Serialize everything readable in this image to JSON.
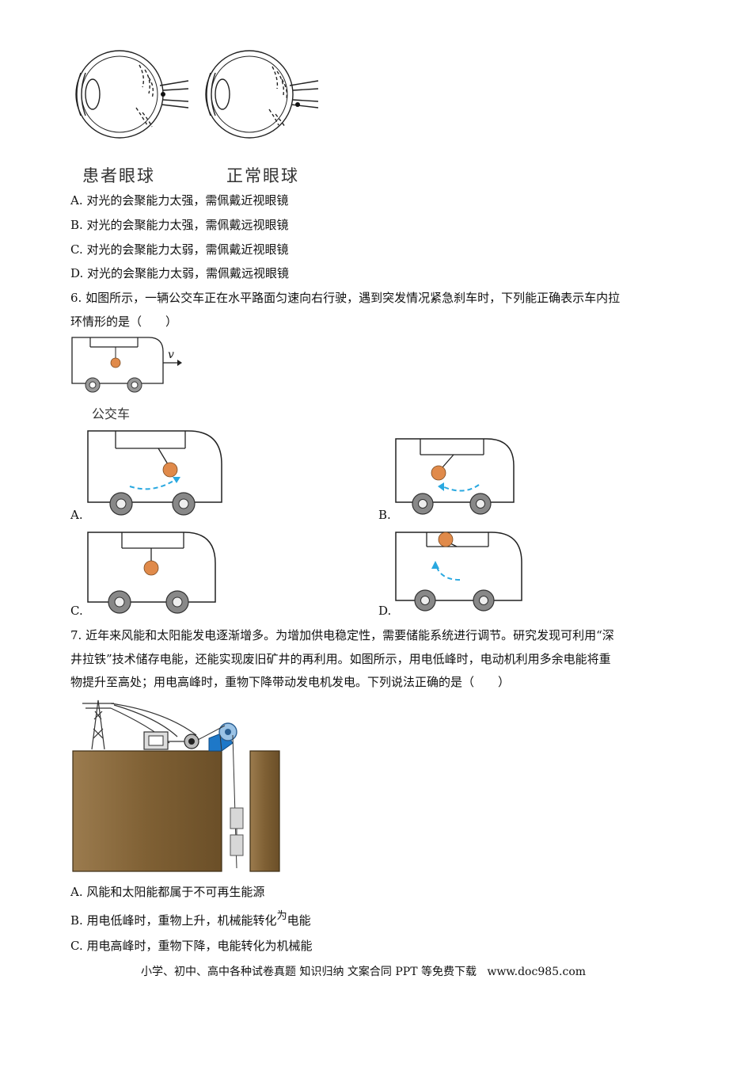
{
  "q5": {
    "caption_patient": "患者眼球",
    "caption_normal": "正常眼球",
    "options": [
      "A. 对光的会聚能力太强，需佩戴近视眼镜",
      "B. 对光的会聚能力太强，需佩戴远视眼镜",
      "C. 对光的会聚能力太弱，需佩戴近视眼镜",
      "D. 对光的会聚能力太弱，需佩戴远视眼镜"
    ]
  },
  "q6": {
    "stem_line1": "6. 如图所示，一辆公交车正在水平路面匀速向右行驶，遇到突发情况紧急刹车时，下列能正确表示车内拉",
    "stem_line2": "环情形的是（　　）",
    "bus_caption": "公交车",
    "velocity_label": "v",
    "option_labels": [
      "A.",
      "B.",
      "C.",
      "D."
    ]
  },
  "q7": {
    "stem_line1": "7. 近年来风能和太阳能发电逐渐增多。为增加供电稳定性，需要储能系统进行调节。研究发现可利用“深",
    "stem_line2": "井拉铁”技术储存电能，还能实现废旧矿井的再利用。如图所示，用电低峰时，电动机利用多余电能将重",
    "stem_line3": "物提升至高处；用电高峰时，重物下降带动发电机发电。下列说法正确的是（　　）",
    "option_a": "A. 风能和太阳能都属于不可再生能源",
    "option_b_pre": "B. 用电低峰时，重物上升，机械能转化",
    "option_b_wei": "为",
    "option_b_post": "电能",
    "option_c": "C. 用电高峰时，重物下降，电能转化为机械能"
  },
  "footer": {
    "text": "小学、初中、高中各种试卷真题 知识归纳 文案合同 PPT 等免费下载",
    "url": "www.doc985.com"
  },
  "colors": {
    "ball": "#e08a4a",
    "arrow": "#29a8e0",
    "earth": "#8a6a3e",
    "machine_blue": "#1e78c8",
    "text": "#111111"
  }
}
